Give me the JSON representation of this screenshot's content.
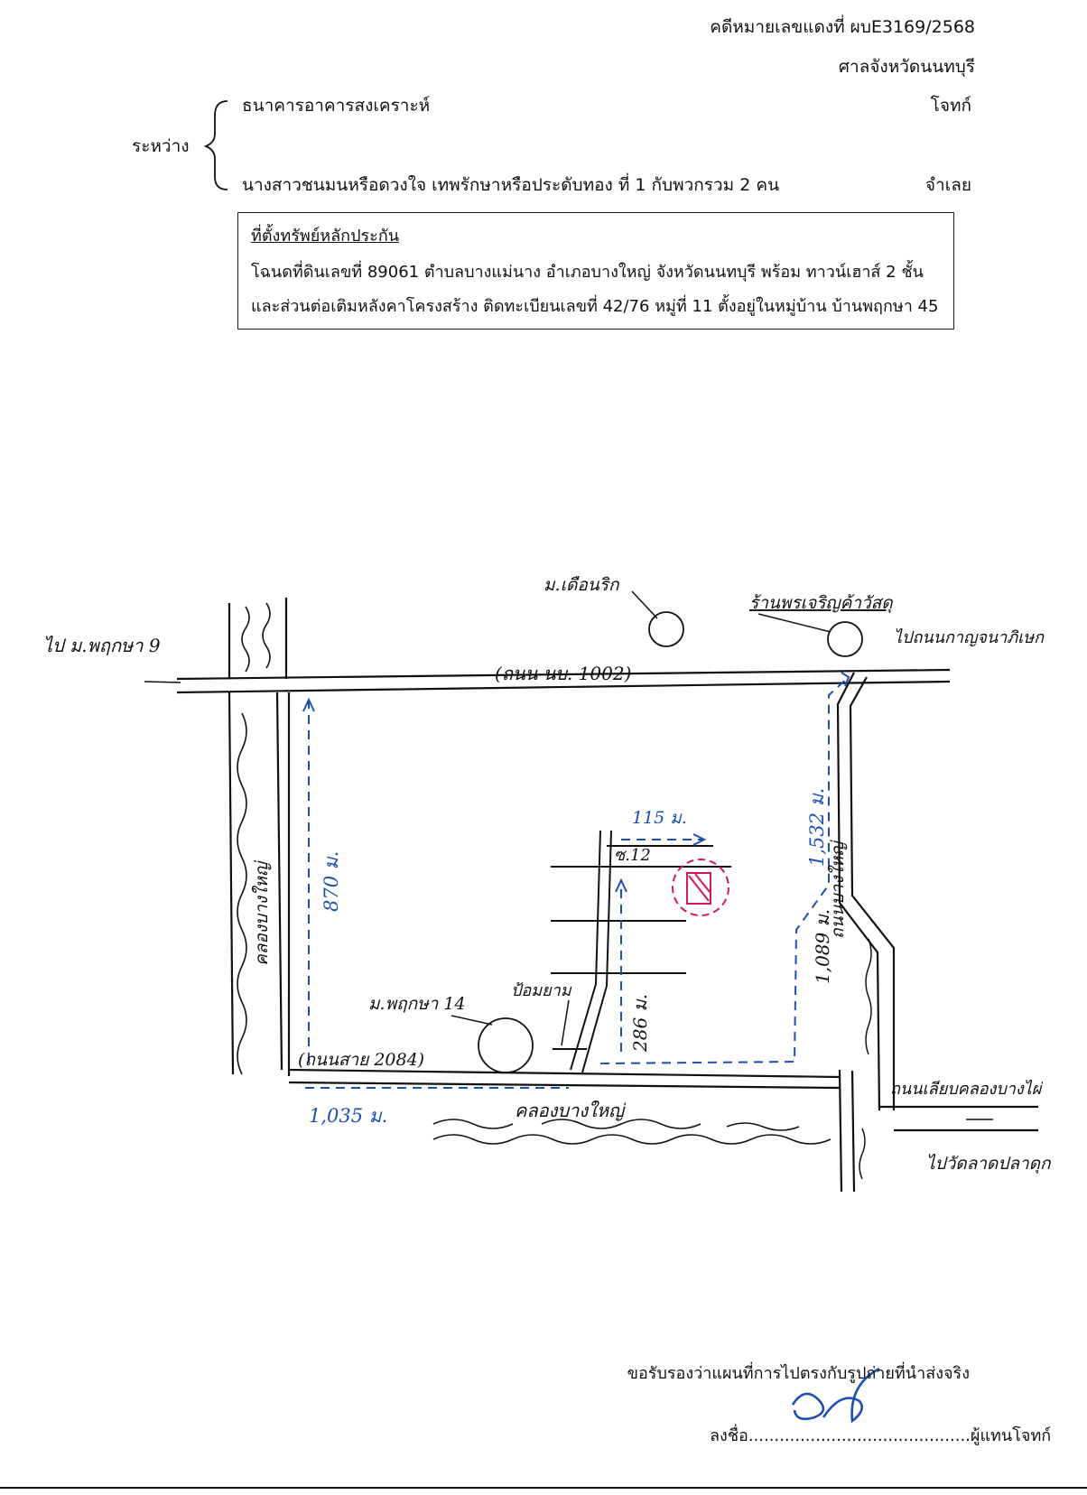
{
  "header": {
    "case_number": "คดีหมายเลขแดงที่ ผบE3169/2568",
    "court": "ศาลจังหวัดนนทบุรี",
    "between": "ระหว่าง",
    "plaintiff": "ธนาคารอาคารสงเคราะห์",
    "plaintiff_role": "โจทก์",
    "defendant": "นางสาวชนมนหรือดวงใจ  เทพรักษาหรือประดับทอง ที่ 1 กับพวกรวม 2 คน",
    "defendant_role": "จำเลย"
  },
  "collateral": {
    "title": "ที่ตั้งทรัพย์หลักประกัน",
    "line1": "โฉนดที่ดินเลขที่  89061  ตำบลบางแม่นาง อำเภอบางใหญ่ จังหวัดนนทบุรี พร้อม ทาวน์เฮาส์ 2 ชั้น",
    "line2": "และส่วนต่อเติมหลังคาโครงสร้าง ติดทะเบียนเลขที่ 42/76 หมู่ที่ 11  ตั้งอยู่ในหมู่บ้าน บ้านพฤกษา 45"
  },
  "map": {
    "to_village": "ไป ม.พฤกษา 9",
    "top_road": "(ถนน นบ. 1002)",
    "landmark_top": "ม.เดือนริก",
    "shop": "ร้านพรเจริญค้าวัสดุ",
    "to_kanchana": "ไปถนนกาญจนาภิเษก",
    "canal_left": "คลองบางใหญ่",
    "dist_left": "870 ม.",
    "dist_top_small": "115 ม.",
    "soi_label": "ซ.12",
    "dist_right": "1,532 ม.",
    "road_right": "ถนนบางใหญ่",
    "dist_right_lower": "1,089 ม.",
    "dist_mid": "286 ม.",
    "landmark_guard": "ป้อมยาม",
    "village_14": "ม.พฤกษา 14",
    "road_bottom": "(ถนนสาย 2084)",
    "dist_bottom": "1,035 ม.",
    "canal_bottom": "คลองบางใหญ่",
    "road_bottom_right": "ถนนเลียบคลองบางไผ่",
    "to_temple": "ไปวัดลาดปลาดุก"
  },
  "footer": {
    "certify": "ขอรับรองว่าแผนที่การไปตรงกับรูปถ่ายที่นำส่งจริง",
    "sign_prefix": "ลงชื่อ",
    "sign_dots": "...........................................",
    "sign_suffix": "ผู้แทนโจทก์"
  },
  "colors": {
    "ink": "#111111",
    "route": "#1f4fb0",
    "marker": "#d2185a"
  }
}
